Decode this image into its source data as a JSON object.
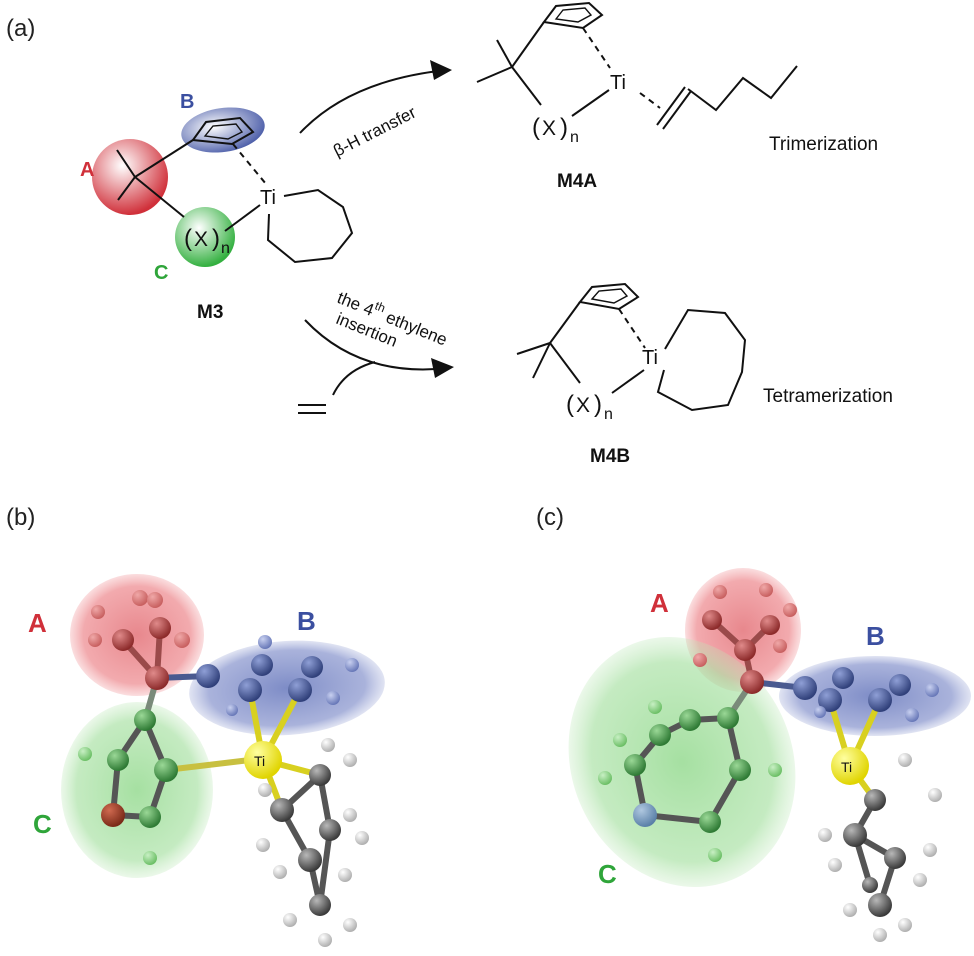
{
  "panels": {
    "a": "(a)",
    "b": "(b)",
    "c": "(c)"
  },
  "scheme": {
    "region_labels": {
      "A": "A",
      "B": "B",
      "C": "C"
    },
    "metal": "Ti",
    "linker_x": "X",
    "linker_n": "n",
    "compounds": {
      "m3": "M3",
      "m4a": "M4A",
      "m4b": "M4B"
    },
    "arrow_top": "β-H transfer",
    "arrow_bottom": {
      "line1_prefix": "the 4",
      "line1_sup": "th",
      "line1_suffix": " ethylene",
      "line2": "insertion"
    },
    "outcomes": {
      "trimer": "Trimerization",
      "tetramer": "Tetramerization"
    }
  },
  "models": {
    "b": {
      "A": "A",
      "B": "B",
      "C": "C",
      "metal": "Ti"
    },
    "c": {
      "A": "A",
      "B": "B",
      "C": "C",
      "metal": "Ti"
    }
  },
  "colors": {
    "region_a": "#d0303a",
    "region_b": "#3b4fa0",
    "region_c": "#2fa53a",
    "titanium": "#f2ea00",
    "carbon": "#555555",
    "hydrogen": "#dddddd"
  }
}
